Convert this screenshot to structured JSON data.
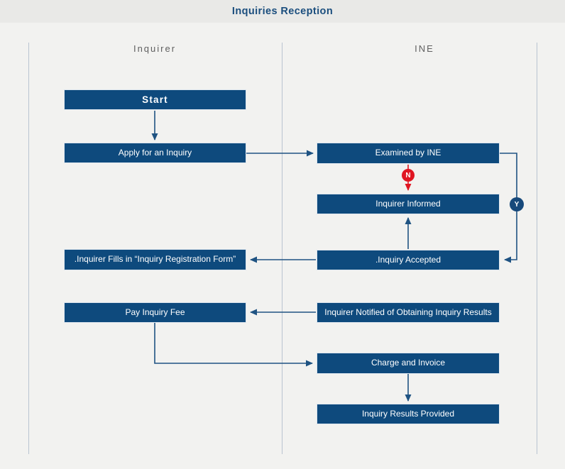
{
  "title": "Inquiries Reception",
  "lanes": [
    {
      "label": "Inquirer"
    },
    {
      "label": "INE"
    }
  ],
  "nodes": {
    "start": "Start",
    "apply": "Apply for an Inquiry",
    "fills": ".Inquirer Fills in “Inquiry Registration Form”",
    "pay": "Pay Inquiry Fee",
    "examined": "Examined by INE",
    "informed": "Inquirer Informed",
    "accepted": ".Inquiry Accepted",
    "notified": "Inquirer Notified of Obtaining Inquiry Results",
    "charge": "Charge and Invoice",
    "results": "Inquiry Results Provided"
  },
  "badges": {
    "no": "N",
    "yes": "Y"
  },
  "colors": {
    "box": "#0e4a7d",
    "line": "#1f5382",
    "no": "#e01622",
    "yes": "#17497b",
    "title_text": "#1b4e7e",
    "title_bar_bg": "#e9e9e7",
    "canvas_bg": "#f2f2f0",
    "lane_line": "#b9c4d1",
    "lane_label_text": "#606060",
    "node_text": "#ffffff"
  }
}
